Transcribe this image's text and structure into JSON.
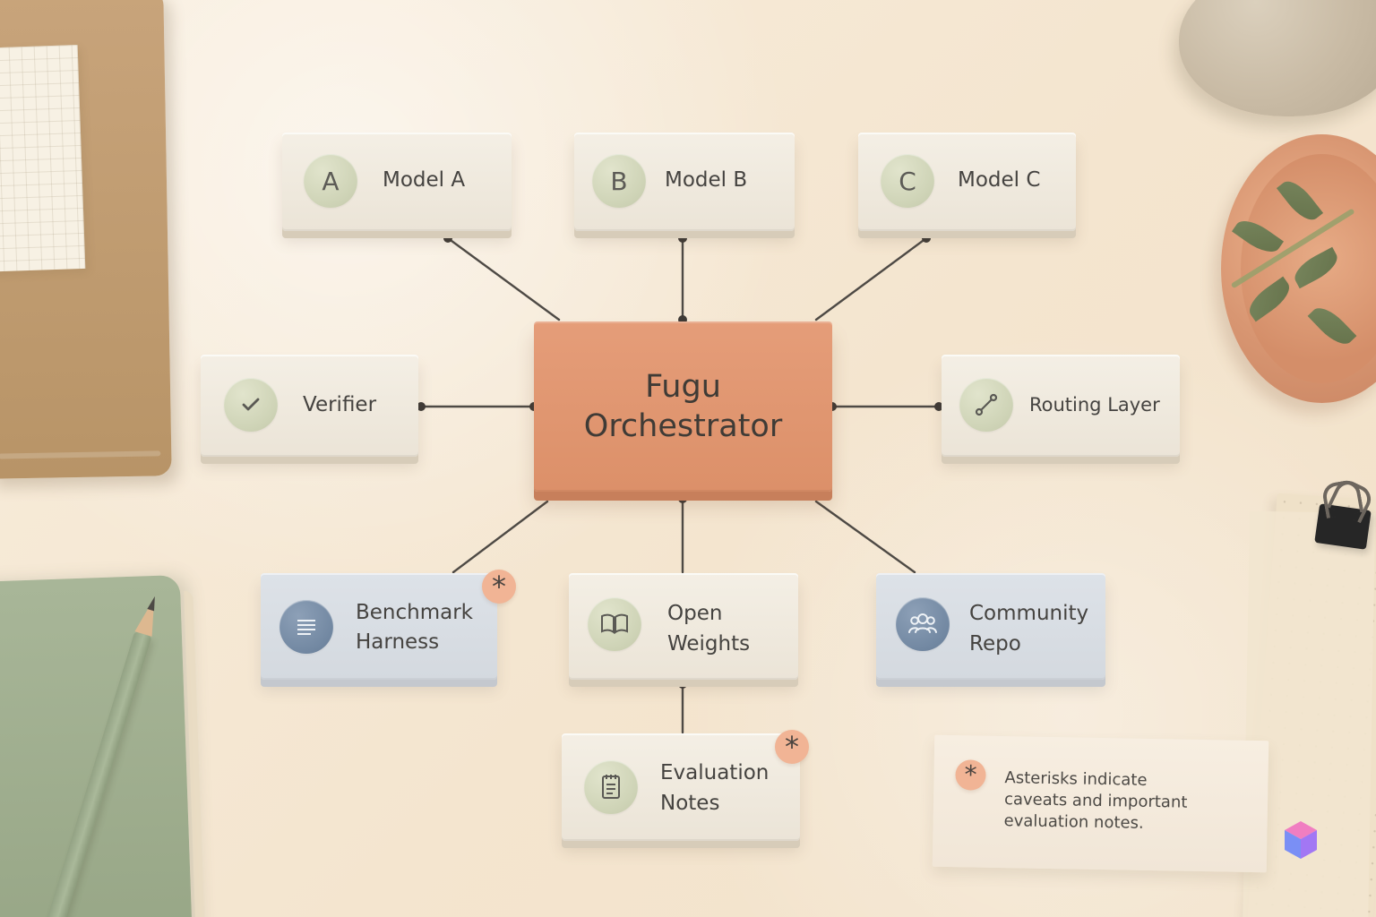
{
  "diagram": {
    "center": {
      "title_line1": "Fugu",
      "title_line2": "Orchestrator"
    },
    "nodes": {
      "model_a": {
        "badge": "A",
        "label": "Model A"
      },
      "model_b": {
        "badge": "B",
        "label": "Model B"
      },
      "model_c": {
        "badge": "C",
        "label": "Model C"
      },
      "verifier": {
        "label": "Verifier",
        "icon": "checkmark-icon"
      },
      "routing_layer": {
        "label": "Routing Layer",
        "icon": "route-icon"
      },
      "benchmark_harness": {
        "line1": "Benchmark",
        "line2": "Harness",
        "icon": "list-icon",
        "asterisk": "*"
      },
      "open_weights": {
        "line1": "Open",
        "line2": "Weights",
        "icon": "book-icon"
      },
      "community_repo": {
        "line1": "Community",
        "line2": "Repo",
        "icon": "people-icon"
      },
      "evaluation_notes": {
        "line1": "Evaluation",
        "line2": "Notes",
        "icon": "notepad-icon",
        "asterisk": "*"
      }
    },
    "legend": {
      "asterisk": "*",
      "line1": "Asterisks indicate",
      "line2": "caveats and important",
      "line3": "evaluation notes."
    }
  },
  "colors": {
    "background": "#f5ead7",
    "center_card": "#e29a75",
    "green_badge": "#cfd4b7",
    "blue_badge": "#7288a2",
    "asterisk_bubble": "#f1b495",
    "wire": "#4e4a45"
  }
}
